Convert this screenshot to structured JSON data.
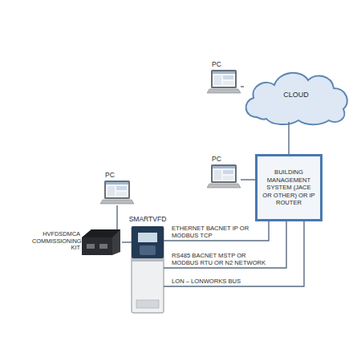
{
  "diagram": {
    "nodes": [
      {
        "text": [
          "PC"
        ]
      },
      {
        "text": [
          "CLOUD"
        ]
      },
      {
        "text": [
          "PC"
        ]
      },
      {
        "text": [
          "BUILDING MANAGEMENT SYSTEM (JACE OR OTHER) OR IP ROUTER"
        ]
      },
      {
        "text": [
          "PC"
        ]
      },
      {
        "text": [
          "SMARTVFD"
        ]
      },
      {
        "text": [
          "HVFDSDMCA COMMISSIONING KIT"
        ]
      }
    ],
    "edges": [
      {
        "from": 0,
        "to": 1,
        "arrow": "none"
      },
      {
        "from": 1,
        "to": 3,
        "arrow": "none"
      },
      {
        "from": 2,
        "to": 3,
        "arrow": "none"
      },
      {
        "from": 4,
        "to": 6,
        "arrow": "none"
      },
      {
        "from": 6,
        "to": 5,
        "arrow": "none"
      },
      {
        "from": 5,
        "to": 3,
        "label": "ETHERNET BACNET IP OR MODBUS TCP",
        "arrow": "none"
      },
      {
        "from": 5,
        "to": 3,
        "label": "RS485 BACNET MSTP OR MODBUS RTU OR N2 NETWORK",
        "arrow": "none"
      },
      {
        "from": 5,
        "to": 3,
        "label": "LON – LONWORKS BUS",
        "arrow": "none"
      }
    ]
  }
}
